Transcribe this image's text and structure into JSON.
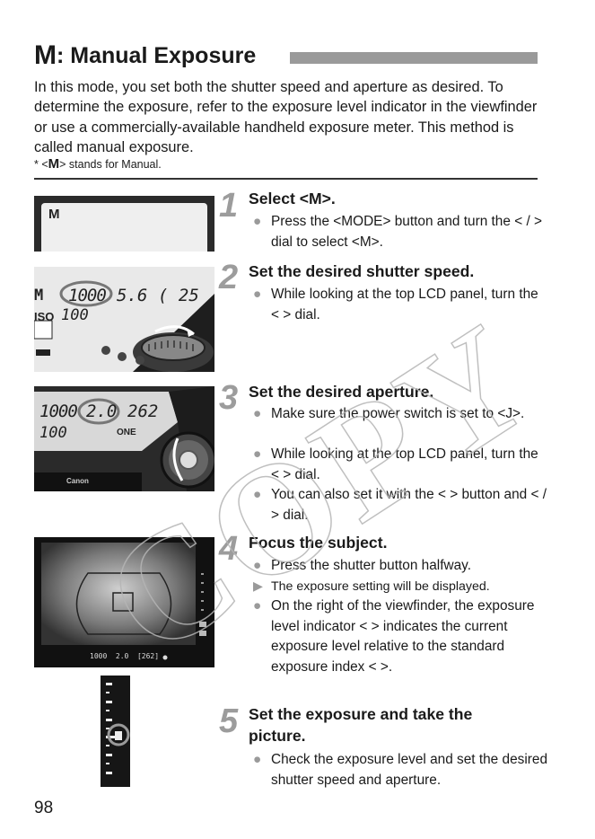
{
  "header": {
    "mode_letter": "M",
    "title": ": Manual Exposure"
  },
  "intro": {
    "text": "In this mode, you set both the shutter speed and aperture as desired. To determine the exposure, refer to the exposure level indicator in the viewfinder or use a commercially-available handheld exposure meter. This method is called manual exposure.",
    "note_prefix": "* <",
    "note_letter": "M",
    "note_suffix": "> stands for Manual."
  },
  "steps": [
    {
      "number": "1",
      "title": "Select <M>.",
      "bullets": [
        {
          "type": "dot",
          "text": "Press the <MODE> button and turn the <  /  > dial to select <M>."
        }
      ]
    },
    {
      "number": "2",
      "title": "Set the desired shutter speed.",
      "bullets": [
        {
          "type": "dot",
          "text": "While looking at the top LCD panel, turn the <  > dial."
        }
      ]
    },
    {
      "number": "3",
      "title": "Set the desired aperture.",
      "bullets": [
        {
          "type": "dot",
          "text": "Make sure the power switch is set to <J>."
        },
        {
          "type": "dot",
          "text": "While looking at the top LCD panel, turn the <  > dial."
        },
        {
          "type": "dot",
          "text": "You can also set it with the <  > button and <  /  > dial."
        }
      ]
    },
    {
      "number": "4",
      "title": "Focus the subject.",
      "bullets": [
        {
          "type": "dot",
          "text": "Press the shutter button halfway."
        },
        {
          "type": "arrow",
          "text": "The exposure setting will be displayed."
        },
        {
          "type": "dot",
          "text": "On the right of the viewfinder, the exposure level indicator <  > indicates the current exposure level relative to the standard exposure index <  >."
        }
      ]
    },
    {
      "number": "5",
      "title": "Set the exposure and take the picture.",
      "bullets": [
        {
          "type": "dot",
          "text": "Check the exposure level and set the desired shutter speed and aperture."
        }
      ]
    }
  ],
  "lcd": {
    "panel1_mode": "M",
    "panel2_mode": "M",
    "panel2_shutter": "1000",
    "panel2_aperture": "5.6",
    "panel2_count": "( 25",
    "panel2_iso_label": "ISO",
    "panel2_iso": "100",
    "panel3_shutter": "1000",
    "panel3_aperture": "2.0",
    "panel3_count": "262",
    "panel3_iso": "100",
    "panel3_brand": "Canon",
    "panel3_af": "ONE",
    "vf_readout": "1000  2.0  [262]"
  },
  "watermark": "COPY",
  "page_number": "98"
}
